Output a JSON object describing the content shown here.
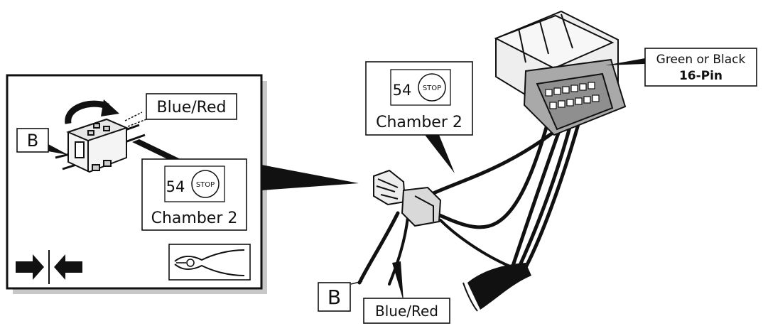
{
  "inset": {
    "marker_b": "B",
    "wire_label": "Blue/Red",
    "chamber": {
      "pin_number": "54",
      "stop_text": "STOP",
      "label": "Chamber 2"
    }
  },
  "main": {
    "chamber": {
      "pin_number": "54",
      "stop_text": "STOP",
      "label": "Chamber 2"
    },
    "connector": {
      "line1": "Green or Black",
      "line2": "16-Pin"
    },
    "marker_b": "B",
    "wire_label": "Blue/Red"
  },
  "colors": {
    "ink": "#111111",
    "shadow": "#c8c8c8",
    "paper": "#ffffff",
    "connector_gray": "#a9a9a9"
  },
  "icons": [
    "rotate-arrow-icon",
    "push-together-icon",
    "pliers-icon",
    "stop-icon"
  ]
}
